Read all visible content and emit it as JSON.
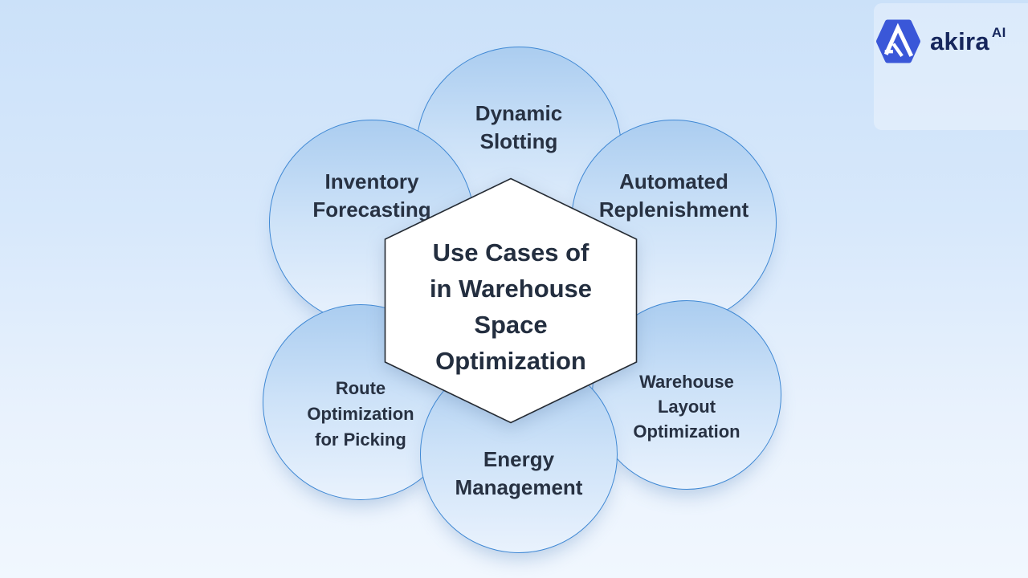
{
  "logo": {
    "brand": "akira",
    "superscript": "AI",
    "icon": "akira-hexagon-a-icon",
    "icon_color": "#3A57D8",
    "wordmark_color": "#16265C"
  },
  "center": {
    "shape": "hexagon",
    "title": "Use Cases of\nin Warehouse\nSpace\nOptimization",
    "fill": "#FFFFFF",
    "border_color": "#252B33",
    "text_color": "#232E3F"
  },
  "bubbles": [
    {
      "id": "dynamic-slotting",
      "label": "Dynamic\nSlotting",
      "position": "top"
    },
    {
      "id": "inventory-forecasting",
      "label": "Inventory\nForecasting",
      "position": "upper-left"
    },
    {
      "id": "automated-replenishment",
      "label": "Automated\nReplenishment",
      "position": "upper-right"
    },
    {
      "id": "route-optimization-for-picking",
      "label": "Route\nOptimization\nfor Picking",
      "position": "lower-left"
    },
    {
      "id": "warehouse-layout-optimization",
      "label": "Warehouse\nLayout\nOptimization",
      "position": "lower-right"
    },
    {
      "id": "energy-management",
      "label": "Energy\nManagement",
      "position": "bottom"
    }
  ],
  "bubble_style": {
    "fill_top": "#ABCDF0",
    "fill_bottom": "#E9F2FD",
    "border_color": "#3F88D4",
    "text_color": "#273142"
  },
  "background": {
    "gradient_top": "#CBE1F9",
    "gradient_bottom": "#F1F7FE"
  }
}
